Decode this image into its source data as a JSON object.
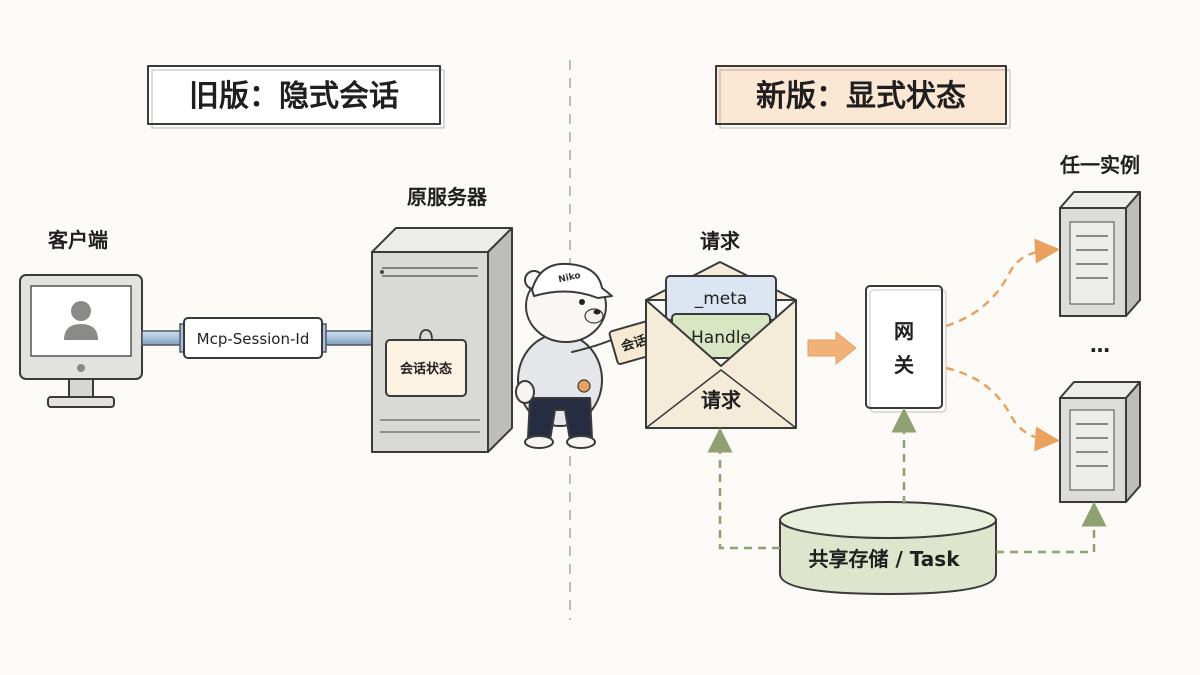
{
  "titles": {
    "old": "旧版：隐式会话",
    "new": "新版：显式状态"
  },
  "labels": {
    "client": "客户端",
    "origin_server": "原服务器",
    "session_header": "Mcp-Session-Id",
    "session_state": "会话状态",
    "request_label": "请求",
    "meta": "_meta",
    "handle": "Handle",
    "envelope_request": "请求",
    "gateway_1": "网",
    "gateway_2": "关",
    "any_instance": "任一实例",
    "ellipsis": "…",
    "shared_storage": "共享存储 / Task",
    "card_state": "会话状态",
    "cap_text": "Niko"
  },
  "colors": {
    "old_title_bg": "#ffffff",
    "new_title_bg": "#fbe7d4",
    "accent_orange": "#e9a160",
    "storage_green": "#dfe5cc",
    "arrow_green": "#8fa172",
    "meta_blue": "#dbe6f2",
    "handle_green": "#d9e6c4",
    "envelope": "#f4ecd9",
    "server_gray": "#d9d9d6"
  }
}
